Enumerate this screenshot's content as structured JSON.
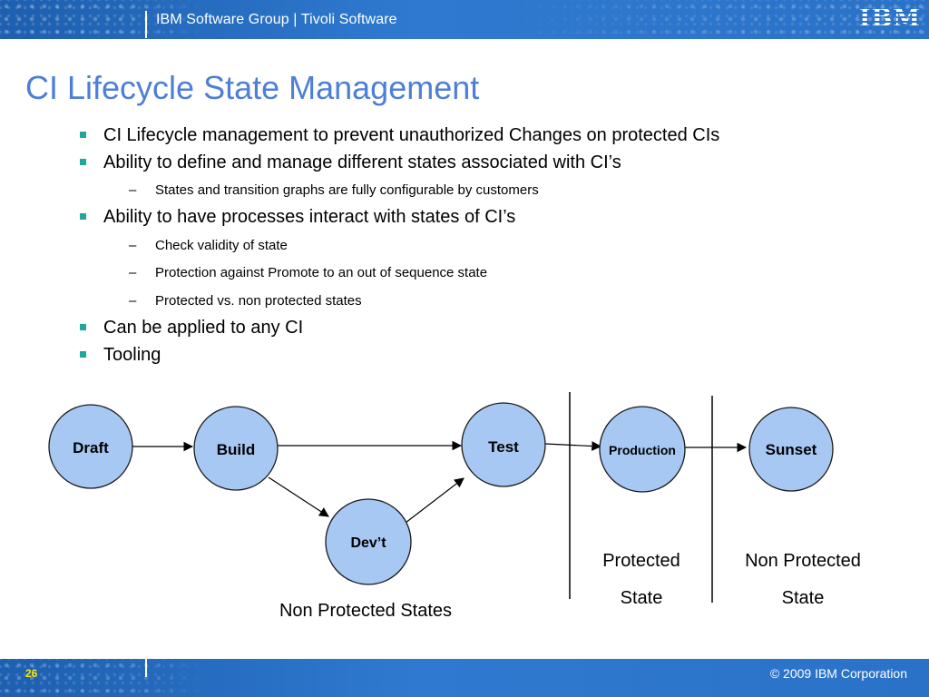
{
  "header": {
    "group_text": "IBM Software Group | Tivoli Software",
    "logo_text": "IBM"
  },
  "slide": {
    "title": "CI Lifecycle State Management",
    "bullets": [
      {
        "level": 1,
        "text": "CI Lifecycle management to prevent unauthorized Changes on protected CIs"
      },
      {
        "level": 1,
        "text": "Ability to define and manage different states associated with CI’s"
      },
      {
        "level": 2,
        "text": "States and transition graphs are fully configurable by customers"
      },
      {
        "level": 1,
        "text": "Ability to have processes interact with states of CI’s"
      },
      {
        "level": 2,
        "text": "Check validity of state"
      },
      {
        "level": 2,
        "text": "Protection against Promote to an out of sequence state"
      },
      {
        "level": 2,
        "text": "Protected vs. non protected states"
      },
      {
        "level": 1,
        "text": "Can be applied to any CI"
      },
      {
        "level": 1,
        "text": "Tooling"
      }
    ],
    "sub_marker": "–"
  },
  "diagram": {
    "states": {
      "draft": "Draft",
      "build": "Build",
      "test": "Test",
      "devt": "Dev’t",
      "production": "Production",
      "sunset": "Sunset"
    },
    "captions": {
      "non_protected_states": "Non Protected States",
      "protected_line1": "Protected",
      "protected_line2": "State",
      "non_protected_line1": "Non Protected",
      "non_protected_line2": "State"
    },
    "node_fill": "#a6c8f2",
    "node_stroke": "#1a1a1a"
  },
  "footer": {
    "page_number": "26",
    "copyright": "© 2009 IBM Corporation"
  },
  "colors": {
    "title": "#4e7fd6",
    "band": "#2a72c8",
    "bullet_marker": "#1fa89a",
    "page_number": "#ffe600"
  }
}
